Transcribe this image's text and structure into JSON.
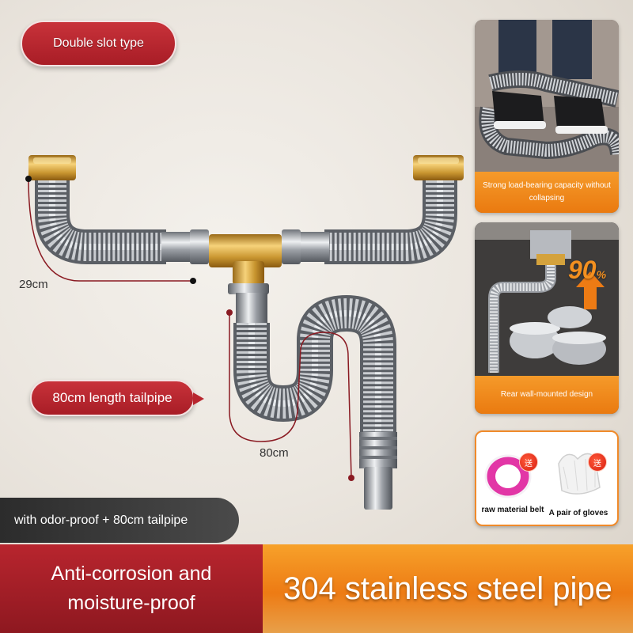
{
  "badges": {
    "type": "Double slot type",
    "tailpipe": "80cm length tailpipe",
    "odor": "with odor-proof + 80cm tailpipe"
  },
  "measurements": {
    "width": "29cm",
    "tailpipe": "80cm"
  },
  "banner": {
    "left_line1": "Anti-corrosion and",
    "left_line2": "moisture-proof",
    "right": "304 stainless steel pipe"
  },
  "panels": {
    "load": "Strong load-bearing capacity without collapsing",
    "mount_percent": "90",
    "mount_percent_unit": "%",
    "mount": "Rear wall-mounted design",
    "gift_tag": "送",
    "gift_belt": "raw material belt",
    "gift_gloves": "A pair of gloves"
  },
  "colors": {
    "red": "#b8252e",
    "orange": "#ed7b14",
    "brass": "#d4a23c",
    "steel": "#b9bcc1"
  }
}
